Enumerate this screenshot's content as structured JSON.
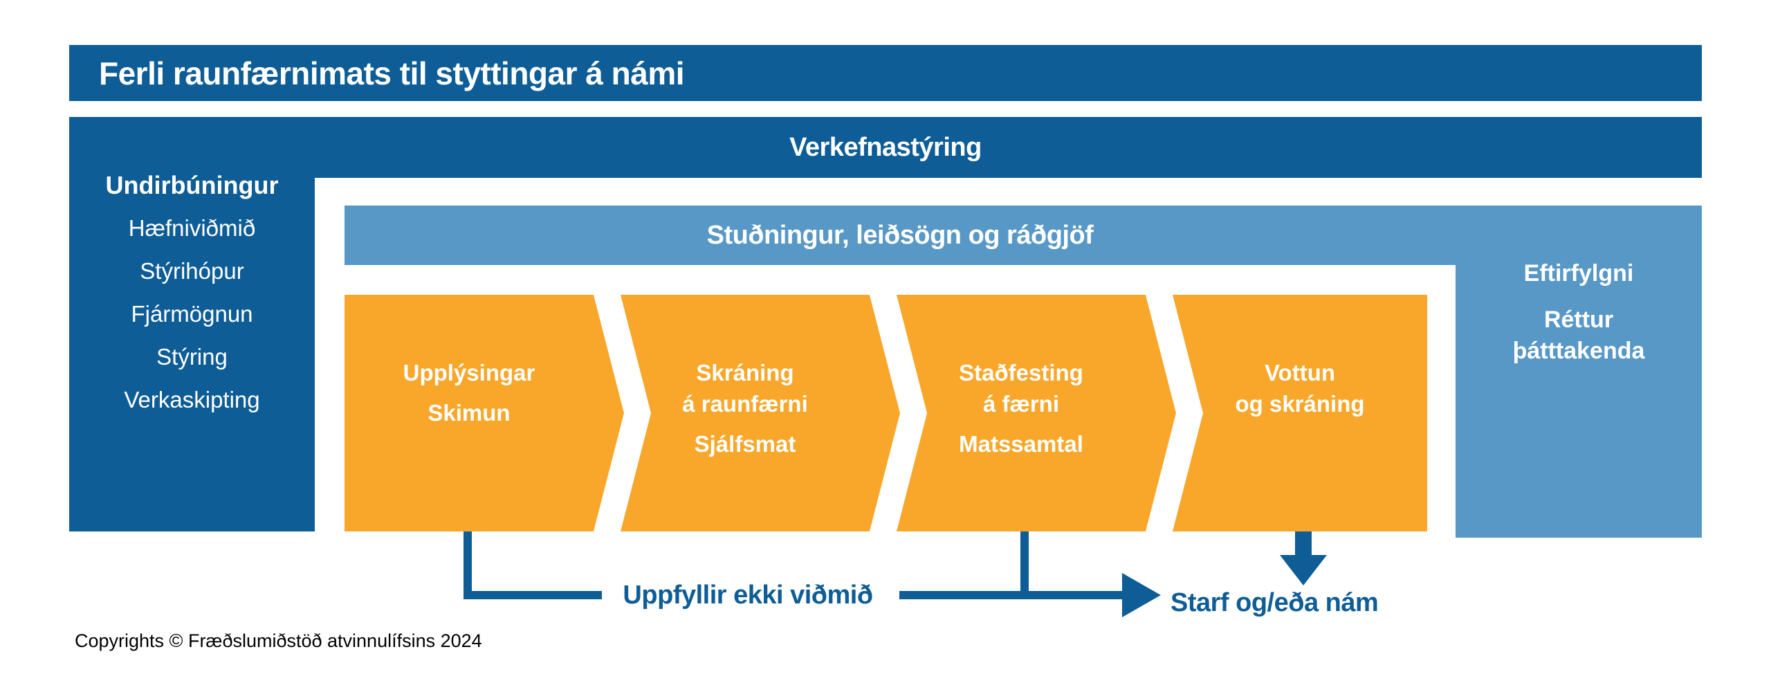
{
  "title": "Ferli raunfærnimats til styttingar á námi",
  "top_band": {
    "label": "Verkefnastýring"
  },
  "sidebar": {
    "header": "Undirbúningur",
    "items": [
      "Hæfniviðmið",
      "Stýrihópur",
      "Fjármögnun",
      "Stýring",
      "Verkaskipting"
    ]
  },
  "support_band": {
    "label": "Stuðningur, leiðsögn og ráðgjöf"
  },
  "followup_box": {
    "header": "Eftirfylgni",
    "body": [
      "Réttur",
      "þátttakenda"
    ]
  },
  "steps": [
    {
      "primary": [
        "Upplýsingar"
      ],
      "secondary": "Skimun"
    },
    {
      "primary": [
        "Skráning",
        "á raunfærni"
      ],
      "secondary": "Sjálfsmat"
    },
    {
      "primary": [
        "Staðfesting",
        "á færni"
      ],
      "secondary": "Matssamtal"
    },
    {
      "primary": [
        "Vottun",
        "og skráning"
      ],
      "secondary": ""
    }
  ],
  "flow": {
    "fail_label": "Uppfyllir ekki viðmið",
    "outcome_label": "Starf og/eða nám"
  },
  "footer": {
    "copyright": "Copyrights © Fræðslumiðstöð atvinnulífsins 2024"
  },
  "colors": {
    "dark_blue": "#0e5d96",
    "light_blue": "#5898c6",
    "orange": "#f9a72b",
    "text_light": "#ffffff",
    "footer_text": "#000000"
  }
}
